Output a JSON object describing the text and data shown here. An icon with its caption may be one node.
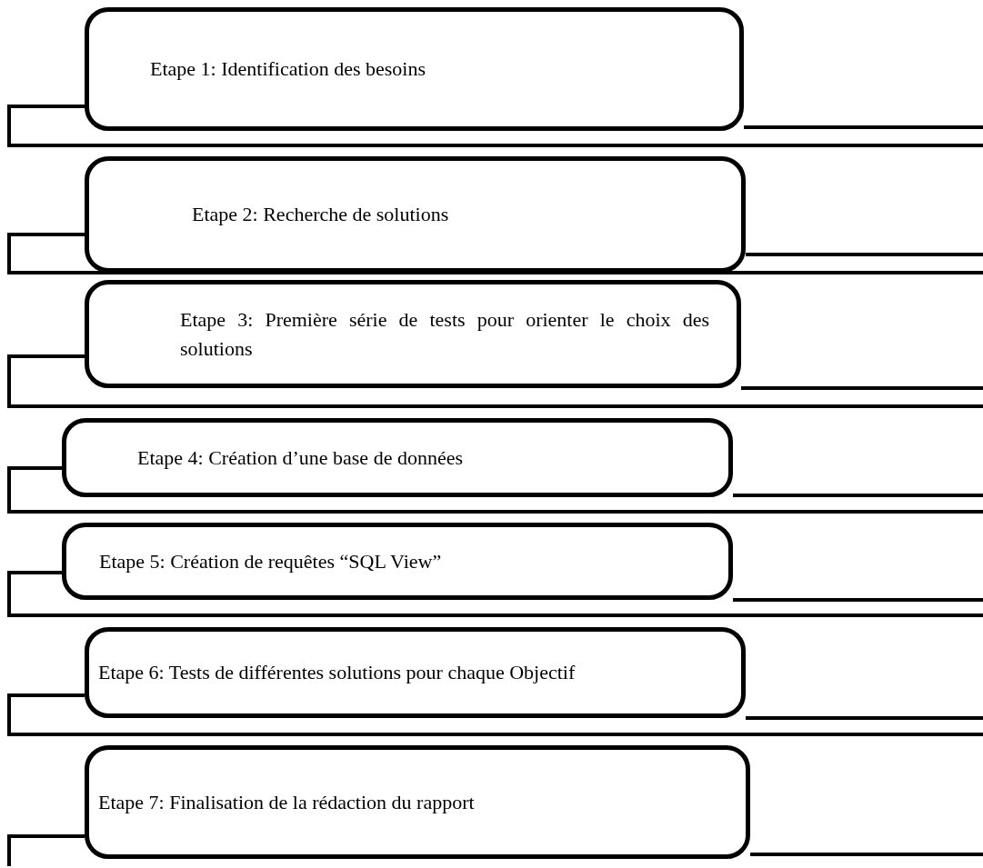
{
  "diagram": {
    "nodes": [
      {
        "text": [
          "Etape 1: Identification des besoins"
        ]
      },
      {
        "text": [
          "Etape 2: Recherche de solutions"
        ]
      },
      {
        "text": [
          "Etape 3: Première série de tests pour orienter le choix des solutions"
        ]
      },
      {
        "text": [
          "Etape 4: Création d’une base de données"
        ]
      },
      {
        "text": [
          "Etape 5: Création de requêtes “SQL View”"
        ]
      },
      {
        "text": [
          "Etape 6: Tests de différentes solutions pour chaque Objectif"
        ]
      },
      {
        "text": [
          "Etape 7: Finalisation de la rédaction du rapport"
        ]
      }
    ]
  }
}
